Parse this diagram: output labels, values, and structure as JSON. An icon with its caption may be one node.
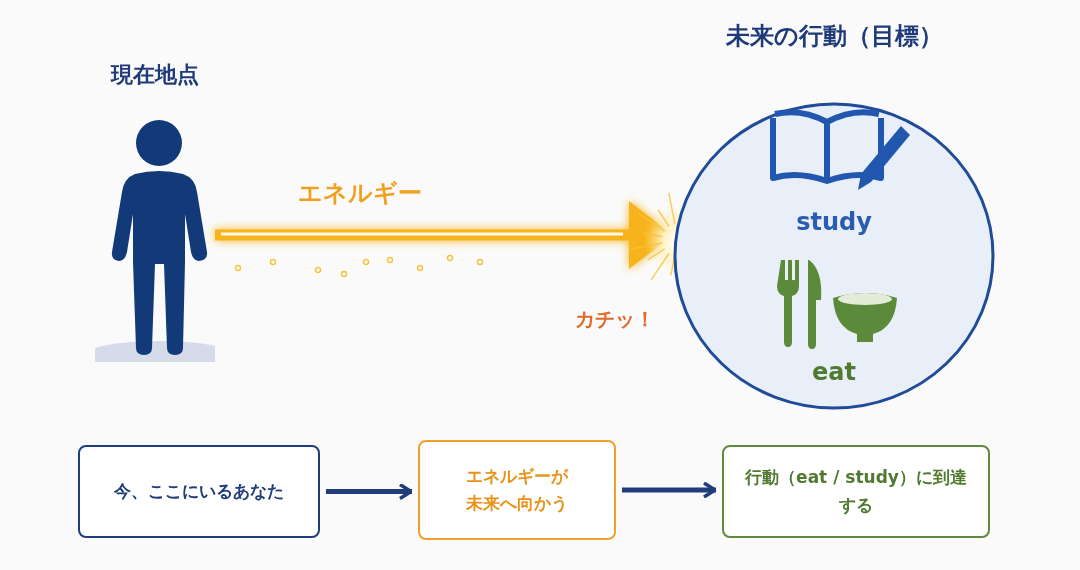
{
  "diagram": {
    "nodes": [
      {
        "text": [
          "現在地点"
        ]
      },
      {
        "text": [
          "未来の行動（目標）",
          "study",
          "eat"
        ]
      },
      {
        "text": [
          "今、ここにいるあなた"
        ]
      },
      {
        "text": [
          "エネルギーが未来へ向かう"
        ]
      },
      {
        "text": [
          "行動（eat / study）に到達する"
        ]
      }
    ],
    "edges": [
      {
        "from": 0,
        "to": 1,
        "arrow": "to",
        "label": "エネルギー",
        "style": "thick",
        "color": "#f7b31c"
      },
      {
        "from": 2,
        "to": 3,
        "arrow": "to"
      },
      {
        "from": 3,
        "to": 4,
        "arrow": "to"
      }
    ],
    "labels": [
      "カチッ！"
    ]
  }
}
